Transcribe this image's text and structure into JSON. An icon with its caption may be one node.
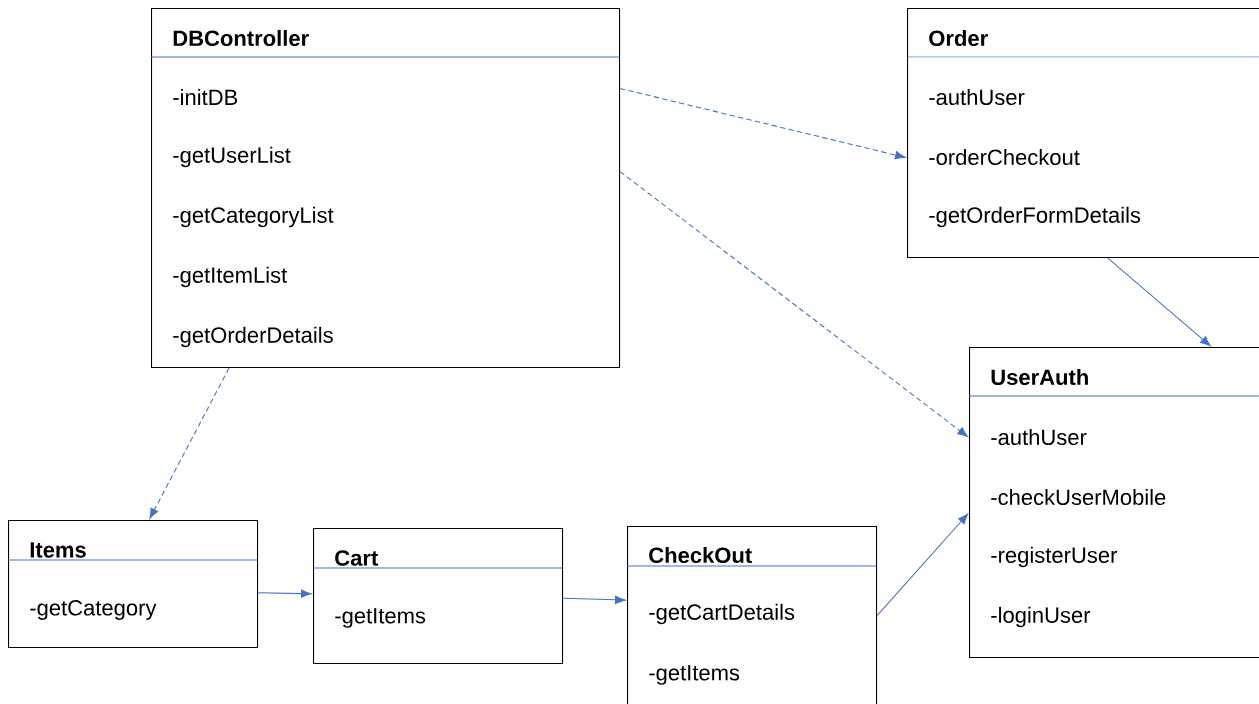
{
  "diagram": {
    "nodes": [
      {
        "text": [
          "DBController",
          "-initDB",
          "-getUserList",
          "-getCategoryList",
          "-getItemList",
          "-getOrderDetails"
        ]
      },
      {
        "text": [
          "Order",
          "-authUser",
          "-orderCheckout",
          "-getOrderFormDetails"
        ]
      },
      {
        "text": [
          "UserAuth",
          "-authUser",
          "-checkUserMobile",
          "-registerUser",
          "-loginUser"
        ]
      },
      {
        "text": [
          "Items",
          "-getCategory"
        ]
      },
      {
        "text": [
          "Cart",
          "-getItems"
        ]
      },
      {
        "text": [
          "CheckOut",
          "-getCartDetails",
          "-getItems"
        ]
      }
    ],
    "edges": [
      {
        "from": 0,
        "to": 1,
        "arrow": "to",
        "style": "dashed"
      },
      {
        "from": 0,
        "to": 2,
        "arrow": "to",
        "style": "dashed"
      },
      {
        "from": 0,
        "to": 3,
        "arrow": "to",
        "style": "dashed"
      },
      {
        "from": 1,
        "to": 2,
        "arrow": "to"
      },
      {
        "from": 3,
        "to": 4,
        "arrow": "to"
      },
      {
        "from": 4,
        "to": 5,
        "arrow": "to"
      },
      {
        "from": 5,
        "to": 2,
        "arrow": "to"
      }
    ]
  }
}
